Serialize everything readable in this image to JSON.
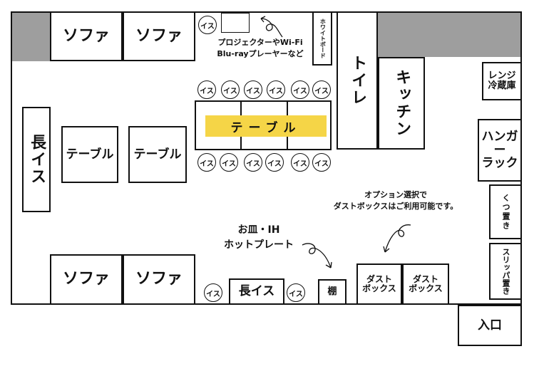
{
  "rooms": {
    "sofa": "ソファ",
    "long_bench": "長イス",
    "table": "テーブル",
    "main_table": "テーブル",
    "chair": "イス",
    "toilet": "トイレ",
    "kitchen": "キッチン",
    "whiteboard": "ホワイトボード",
    "range_fridge": [
      "レンジ",
      "冷蔵庫"
    ],
    "hanger_rack": [
      "ハンガー",
      "ラック"
    ],
    "shoe_storage": "くつ置き",
    "slipper_storage": "スリッパ置き",
    "shelf": "棚",
    "dust_box": [
      "ダスト",
      "ボックス"
    ],
    "entrance": "入口"
  },
  "notes": {
    "projector": [
      "プロジェクターやWi-Fi",
      "Blu-rayプレーヤーなど"
    ],
    "hotplate": [
      "お皿・IH",
      "ホットプレート"
    ],
    "option": [
      "オプション選択で",
      "ダストボックスはご利用可能です。"
    ]
  },
  "colors": {
    "highlight": "#f5d547",
    "wall_gray": "#9e9e9e",
    "line": "#111111"
  }
}
